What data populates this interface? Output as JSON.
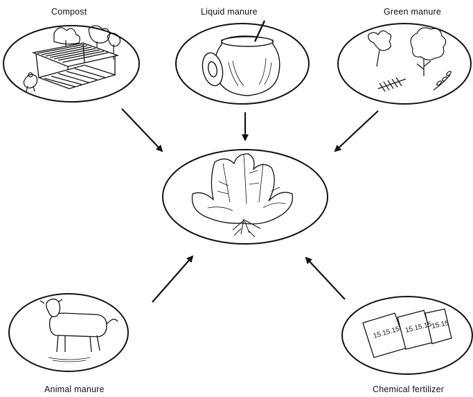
{
  "labels": {
    "compost": "Compost",
    "liquid_manure": "Liquid manure",
    "green_manure": "Green manure",
    "animal_manure": "Animal manure",
    "chemical_fertilizer": "Chemical fertilizer"
  },
  "bag_markings": [
    "15.15.15",
    "15.15.15",
    "15.15"
  ],
  "colors": {
    "ink": "#111111",
    "background": "#ffffff"
  }
}
